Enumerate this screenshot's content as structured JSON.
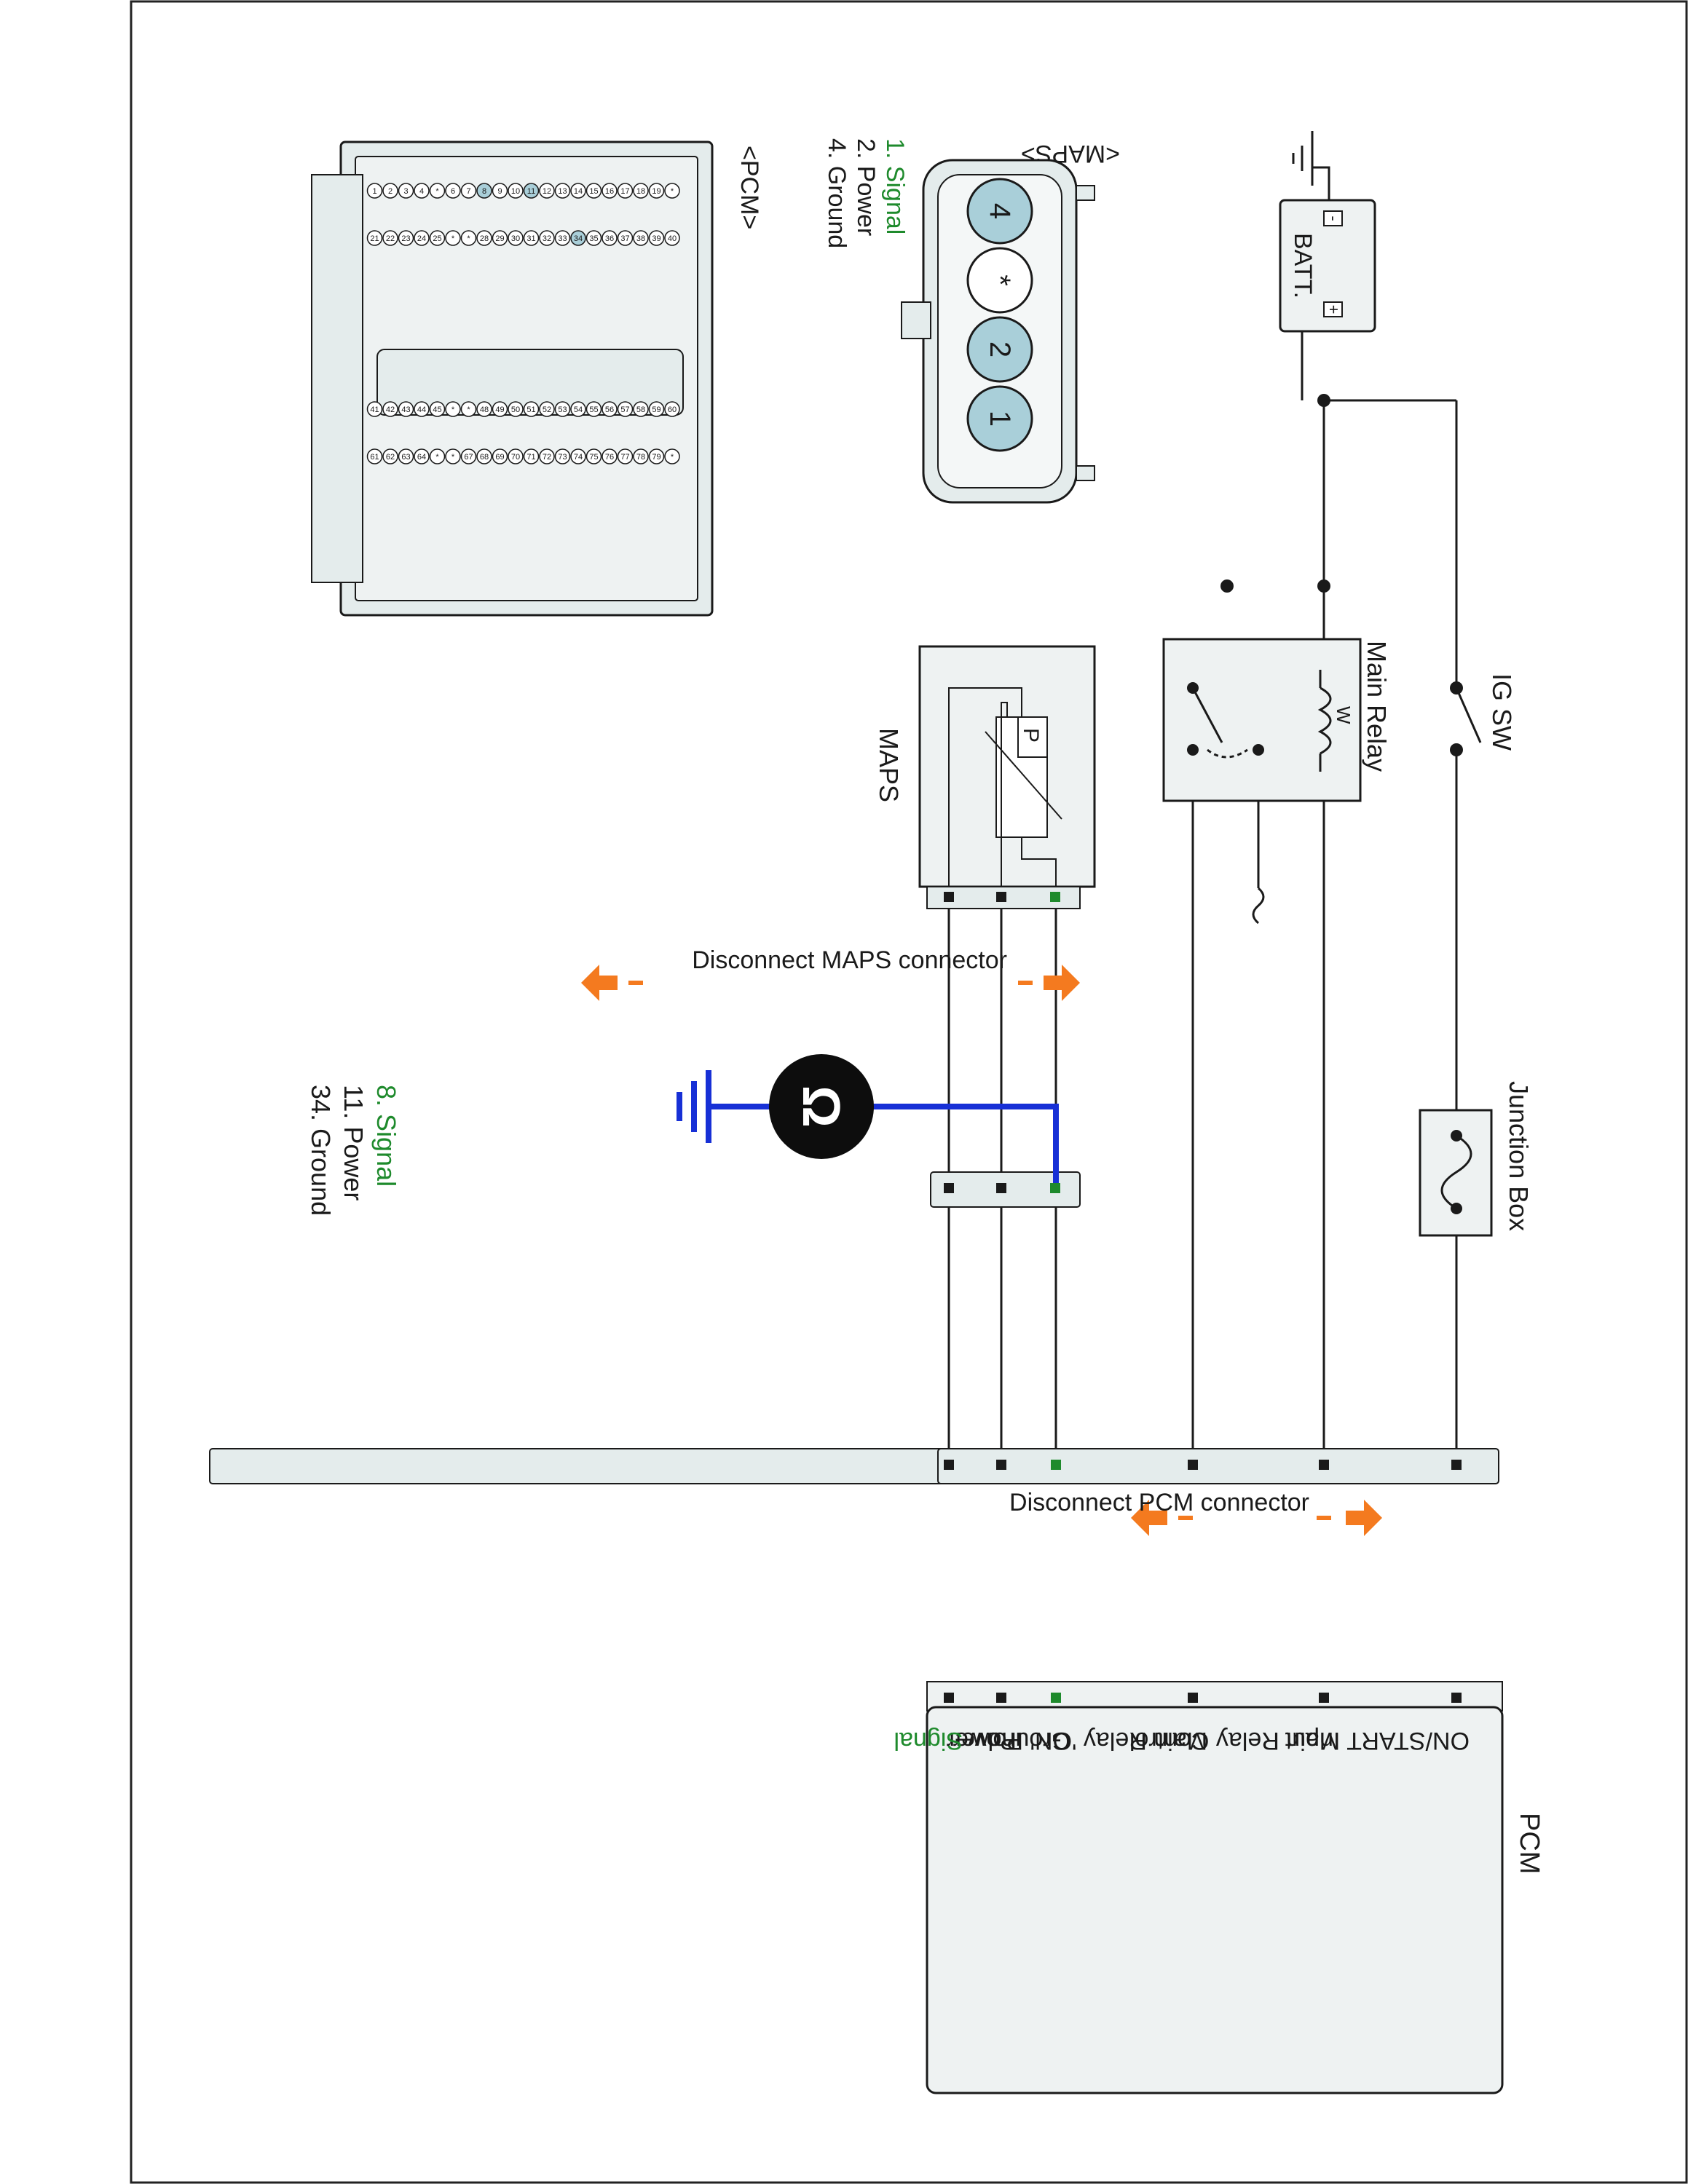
{
  "components": {
    "battery": {
      "label": "BATT.",
      "neg": "-",
      "pos": "+"
    },
    "ig_switch": {
      "label": "IG SW"
    },
    "main_relay": {
      "label": "Main Relay"
    },
    "junction_box": {
      "label": "Junction Box"
    },
    "maps_sensor": {
      "label": "MAPS",
      "element_label": "P"
    },
    "pcm": {
      "label": "PCM",
      "pins": [
        "ON/START Input",
        "Main Relay Control",
        "Main Relay 'ON' Power",
        "Ground",
        "Power",
        "Signal"
      ]
    }
  },
  "callouts": {
    "disconnect_maps": "Disconnect MAPS connector",
    "disconnect_pcm": "Disconnect PCM connector",
    "ohmmeter_symbol": "Ω"
  },
  "maps_connector_view": {
    "title": "<MAPS>",
    "pins": [
      "4",
      "*",
      "2",
      "1"
    ],
    "legend": [
      "1. Signal",
      "2. Power",
      "4. Ground"
    ]
  },
  "pcm_connector_view": {
    "title": "<PCM>",
    "rows": [
      [
        "*",
        "19",
        "18",
        "17",
        "16",
        "15",
        "14",
        "13",
        "12",
        "11",
        "10",
        "9",
        "8",
        "7",
        "6",
        "*",
        "4",
        "3",
        "2",
        "1"
      ],
      [
        "40",
        "39",
        "38",
        "37",
        "36",
        "35",
        "34",
        "33",
        "32",
        "31",
        "30",
        "29",
        "28",
        "*",
        "*",
        "25",
        "24",
        "23",
        "22",
        "21"
      ],
      [
        "60",
        "59",
        "58",
        "57",
        "56",
        "55",
        "54",
        "53",
        "52",
        "51",
        "50",
        "49",
        "48",
        "*",
        "*",
        "45",
        "44",
        "43",
        "42",
        "41"
      ],
      [
        "*",
        "79",
        "78",
        "77",
        "76",
        "75",
        "74",
        "73",
        "72",
        "71",
        "70",
        "69",
        "68",
        "67",
        "*",
        "*",
        "64",
        "63",
        "62",
        "61"
      ]
    ],
    "highlighted_pins": [
      "8",
      "11",
      "34"
    ],
    "legend": [
      "8. Signal",
      "11. Power",
      "34. Ground"
    ]
  },
  "colors": {
    "signal": "#1e8a2c",
    "probe_wire": "#1730d6",
    "arrow": "#f47a1f",
    "connector_fill": "#e4ecec",
    "pin_highlight": "#a9cfd9"
  }
}
